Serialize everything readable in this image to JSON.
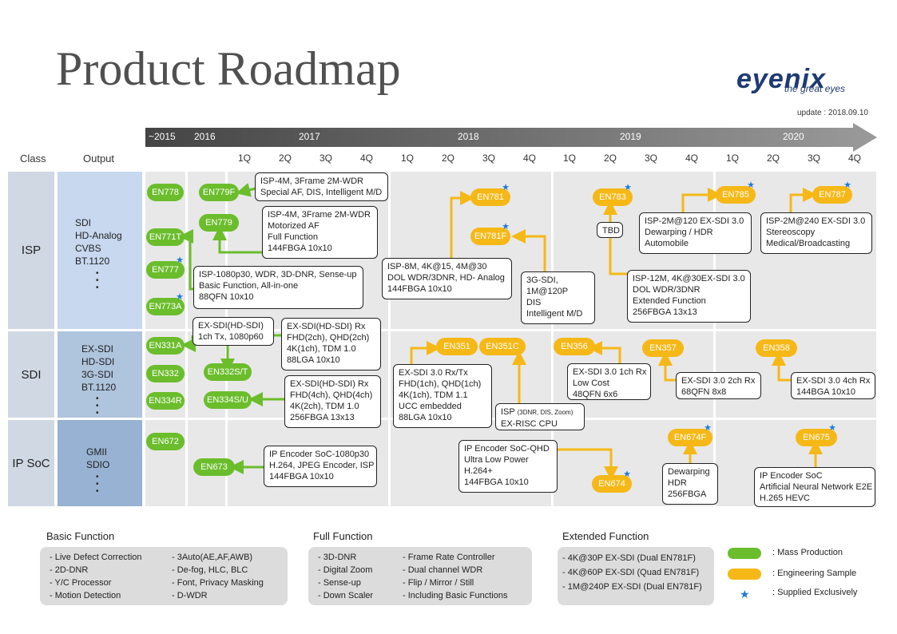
{
  "title": "Product Roadmap",
  "logo": {
    "name": "eyenix",
    "tagline": "the great eyes"
  },
  "update": "update : 2018.09.10",
  "headers": {
    "class": "Class",
    "output": "Output"
  },
  "years": [
    "~2015",
    "2016",
    "2017",
    "2018",
    "2019",
    "2020"
  ],
  "quarters": [
    "1Q",
    "2Q",
    "3Q",
    "4Q",
    "1Q",
    "2Q",
    "3Q",
    "4Q",
    "1Q",
    "2Q",
    "3Q",
    "4Q",
    "1Q",
    "2Q",
    "3Q",
    "4Q"
  ],
  "classes": [
    "ISP",
    "SDI",
    "IP SoC"
  ],
  "outputs": {
    "isp": [
      "SDI",
      "HD-Analog",
      "CVBS",
      "BT.1120"
    ],
    "sdi": [
      "EX-SDI",
      "HD-SDI",
      "3G-SDI",
      "BT.1120"
    ],
    "ipsoc": [
      "GMII",
      "SDIO"
    ],
    "dots": "•\n•\n•"
  },
  "pills": [
    {
      "id": "EN778",
      "color": "green",
      "star": false
    },
    {
      "id": "EN779F",
      "color": "green",
      "star": false
    },
    {
      "id": "EN779",
      "color": "green",
      "star": false
    },
    {
      "id": "EN771T",
      "color": "green",
      "star": false
    },
    {
      "id": "EN777",
      "color": "green",
      "star": true
    },
    {
      "id": "EN773A",
      "color": "green",
      "star": true
    },
    {
      "id": "EN781",
      "color": "orange",
      "star": true
    },
    {
      "id": "EN781F",
      "color": "orange",
      "star": true
    },
    {
      "id": "EN783",
      "color": "orange",
      "star": true
    },
    {
      "id": "EN785",
      "color": "orange",
      "star": true
    },
    {
      "id": "EN787",
      "color": "orange",
      "star": true
    },
    {
      "id": "EN331A",
      "color": "green",
      "star": false
    },
    {
      "id": "EN332",
      "color": "green",
      "star": false
    },
    {
      "id": "EN334R",
      "color": "green",
      "star": false
    },
    {
      "id": "EN332S/T",
      "color": "green",
      "star": false
    },
    {
      "id": "EN334S/U",
      "color": "green",
      "star": false
    },
    {
      "id": "EN351",
      "color": "orange",
      "star": false
    },
    {
      "id": "EN351C",
      "color": "orange",
      "star": false
    },
    {
      "id": "EN356",
      "color": "orange",
      "star": false
    },
    {
      "id": "EN357",
      "color": "orange",
      "star": false
    },
    {
      "id": "EN358",
      "color": "orange",
      "star": false
    },
    {
      "id": "EN672",
      "color": "green",
      "star": false
    },
    {
      "id": "EN673",
      "color": "green",
      "star": false
    },
    {
      "id": "EN674F",
      "color": "orange",
      "star": true
    },
    {
      "id": "EN674",
      "color": "orange",
      "star": true
    },
    {
      "id": "EN675",
      "color": "orange",
      "star": true
    }
  ],
  "boxes": {
    "b779f": [
      "ISP-4M, 3Frame 2M-WDR",
      "Special AF, DIS, Intelligent M/D"
    ],
    "b779": [
      "ISP-4M, 3Frame 2M-WDR",
      "Motorized AF",
      "Full Function",
      "144FBGA 10x10"
    ],
    "b771": [
      "ISP-1080p30, WDR, 3D-DNR, Sense-up",
      "Basic Function, All-in-one",
      "88QFN 10x10"
    ],
    "b781": [
      "ISP-8M,  4K@15, 4M@30",
      "DOL WDR/3DNR, HD- Analog",
      "144FBGA 10x10"
    ],
    "b781f": [
      "3G-SDI,",
      "1M@120P",
      "DIS",
      "Intelligent M/D"
    ],
    "tbd": [
      "TBD"
    ],
    "b783": [
      "ISP-12M, 4K@30EX-SDI 3.0",
      "DOL WDR/3DNR",
      "Extended Function",
      "256FBGA 13x13"
    ],
    "b785": [
      "ISP-2M@120  EX-SDI 3.0",
      "Dewarping / HDR",
      "Automobile"
    ],
    "b787": [
      "ISP-2M@240  EX-SDI 3.0",
      "Stereoscopy",
      "Medical/Broadcasting"
    ],
    "b331": [
      "EX-SDI(HD-SDI)",
      "1ch Tx, 1080p60"
    ],
    "b332": [
      "EX-SDI(HD-SDI) Rx",
      "FHD(2ch), QHD(2ch)",
      "4K(1ch), TDM 1.0",
      "88LGA 10x10"
    ],
    "b334": [
      "EX-SDI(HD-SDI) Rx",
      "FHD(4ch), QHD(4ch)",
      "4K(2ch), TDM 1.0",
      "256FBGA 13x13"
    ],
    "b351": [
      "EX-SDI 3.0 Rx/Tx",
      "FHD(1ch), QHD(1ch)",
      "4K(1ch), TDM 1.1",
      "UCC embedded",
      "88LGA 10x10"
    ],
    "b351c_a": "ISP",
    "b351c_b": "(3DNR, DIS, Zoom)",
    "b351c_c": "EX-RISC CPU",
    "b356": [
      "EX-SDI 3.0 1ch Rx",
      "Low Cost",
      "48QFN 6x6"
    ],
    "b357": [
      "EX-SDI 3.0 2ch Rx",
      "68QFN 8x8"
    ],
    "b358": [
      "EX-SDI 3.0 4ch Rx",
      "144BGA 10x10"
    ],
    "b673": [
      "IP Encoder SoC-1080p30",
      "H.264, JPEG Encoder, ISP",
      "144FBGA 10x10"
    ],
    "b674": [
      "IP Encoder SoC-QHD",
      "Ultra Low Power",
      "H.264+",
      "144FBGA 10x10"
    ],
    "b674f": [
      "Dewarping",
      "HDR",
      "256FBGA"
    ],
    "b675": [
      "IP Encoder SoC",
      "Artificial Neural Network E2E",
      "H.265 HEVC"
    ]
  },
  "legend": {
    "basic": {
      "title": "Basic Function",
      "col1": [
        "- Live Defect  Correction",
        "- 2D-DNR",
        "- Y/C Processor",
        "- Motion Detection"
      ],
      "col2": [
        "- 3Auto(AE,AF,AWB)",
        "- De-fog, HLC,  BLC",
        "- Font, Privacy Masking",
        "- D-WDR"
      ]
    },
    "full": {
      "title": "Full Function",
      "col1": [
        "- 3D-DNR",
        "- Digital Zoom",
        "- Sense-up",
        "- Down Scaler"
      ],
      "col2": [
        "- Frame Rate Controller",
        "- Dual channel  WDR",
        "- Flip / Mirror / Still",
        "- Including Basic Functions"
      ]
    },
    "extended": {
      "title": "Extended Function",
      "col1": [
        "- 4K@30P EX-SDI (Dual EN781F)",
        "- 4K@60P EX-SDI (Quad EN781F)",
        "- 1M@240P EX-SDI (Dual EN781F)"
      ]
    },
    "keys": [
      ":  Mass Production",
      ":  Engineering Sample",
      ":  Supplied Exclusively"
    ]
  },
  "colors": {
    "green": "#6bbd2c",
    "orange": "#f5b817",
    "star": "#1e7ad6",
    "arrow": "#767676"
  }
}
